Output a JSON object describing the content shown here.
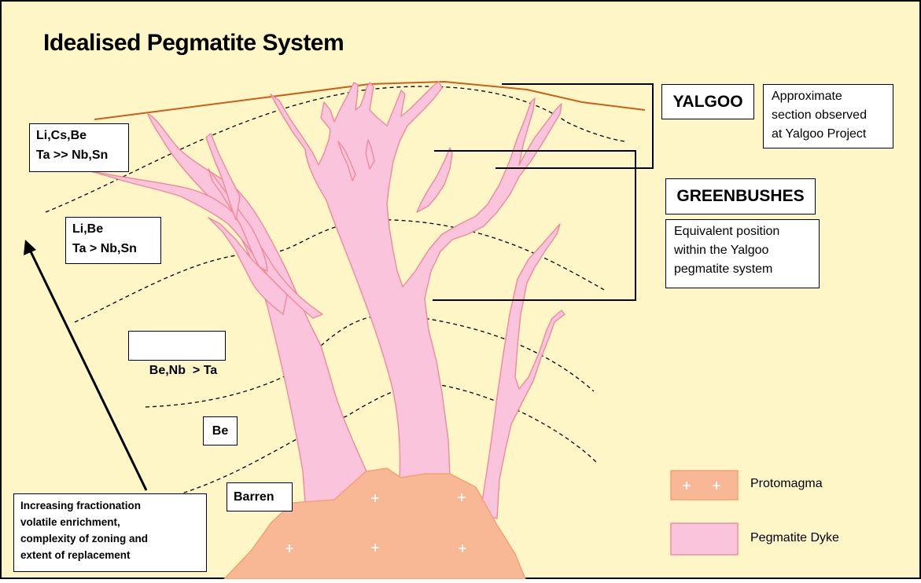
{
  "title": "Idealised Pegmatite System",
  "zones": {
    "li_cs_be": [
      "Li,Cs,Be",
      "Ta >> Nb,Sn"
    ],
    "li_be": [
      "Li,Be",
      "Ta > Nb,Sn"
    ],
    "be_nb": "Be,Nb  > Ta",
    "be": "Be",
    "barren": "Barren"
  },
  "fractionation_note": [
    "Increasing fractionation",
    "volatile enrichment,",
    "complexity of zoning and",
    "extent of replacement"
  ],
  "yalgoo": {
    "label": "YALGOO",
    "note": [
      "Approximate",
      "section observed",
      "at Yalgoo Project"
    ]
  },
  "greenbushes": {
    "label": "GREENBUSHES",
    "note": [
      "Equivalent position",
      "within the Yalgoo",
      "pegmatite system"
    ]
  },
  "legend": {
    "protomagma": "Protomagma",
    "pegmatite_dyke": "Pegmatite Dyke"
  },
  "colors": {
    "background": "#fff6c8",
    "pegmatite_fill": "#f9c4dc",
    "pegmatite_stroke": "#f08a9a",
    "protomagma_fill": "#f8b896",
    "protomagma_stroke": "#f2a070",
    "surface_line": "#c8601c"
  }
}
